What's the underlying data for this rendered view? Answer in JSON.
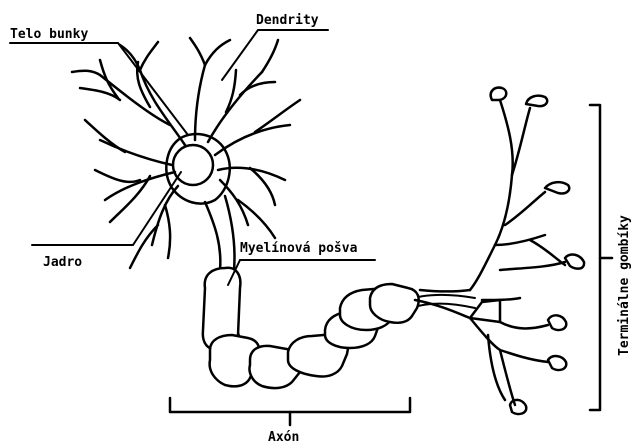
{
  "labels": {
    "cell_body": "Telo bunky",
    "dendrites": "Dendrity",
    "nucleus": "Jadro",
    "myelin_sheath": "Myelínová pošva",
    "axon": "Axón",
    "axon_terminals": "Terminálne gombíky"
  }
}
